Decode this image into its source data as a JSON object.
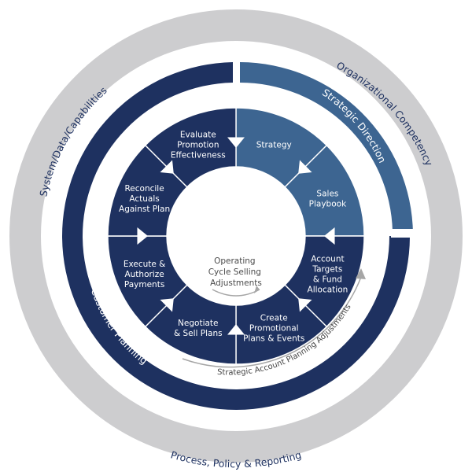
{
  "outer_ring": {
    "left_label": "System/Data/Capabilities",
    "right_label": "Organizational Competency",
    "bottom_label": "Process, Policy & Reporting"
  },
  "middle_ring": {
    "top_right_label": "Strategic Direction",
    "bottom_left_label": "Customer Planning"
  },
  "cycle": {
    "segments": [
      {
        "lines": [
          "Strategy"
        ]
      },
      {
        "lines": [
          "Sales",
          "Playbook"
        ]
      },
      {
        "lines": [
          "Account",
          "Targets",
          "& Fund",
          "Allocation"
        ]
      },
      {
        "lines": [
          "Create",
          "Promotional",
          "Plans & Events"
        ]
      },
      {
        "lines": [
          "Negotiate",
          "& Sell Plans"
        ]
      },
      {
        "lines": [
          "Execute &",
          "Authorize",
          "Payments"
        ]
      },
      {
        "lines": [
          "Reconcile",
          "Actuals",
          "Against Plan"
        ]
      },
      {
        "lines": [
          "Evaluate",
          "Promotion",
          "Effectiveness"
        ]
      }
    ]
  },
  "center": {
    "lines": [
      "Operating",
      "Cycle Selling",
      "Adjustments"
    ]
  },
  "outer_arc_label": "Strategic Account Planning Adjustments",
  "colors": {
    "outer_ring": "#cdcdcf",
    "navy": "#1e3160",
    "steel_blue": "#3d6591",
    "white": "#ffffff",
    "arrow_gray": "#a6a6a6",
    "outer_text": "#1e3160",
    "center_text": "#4a4a4a"
  }
}
